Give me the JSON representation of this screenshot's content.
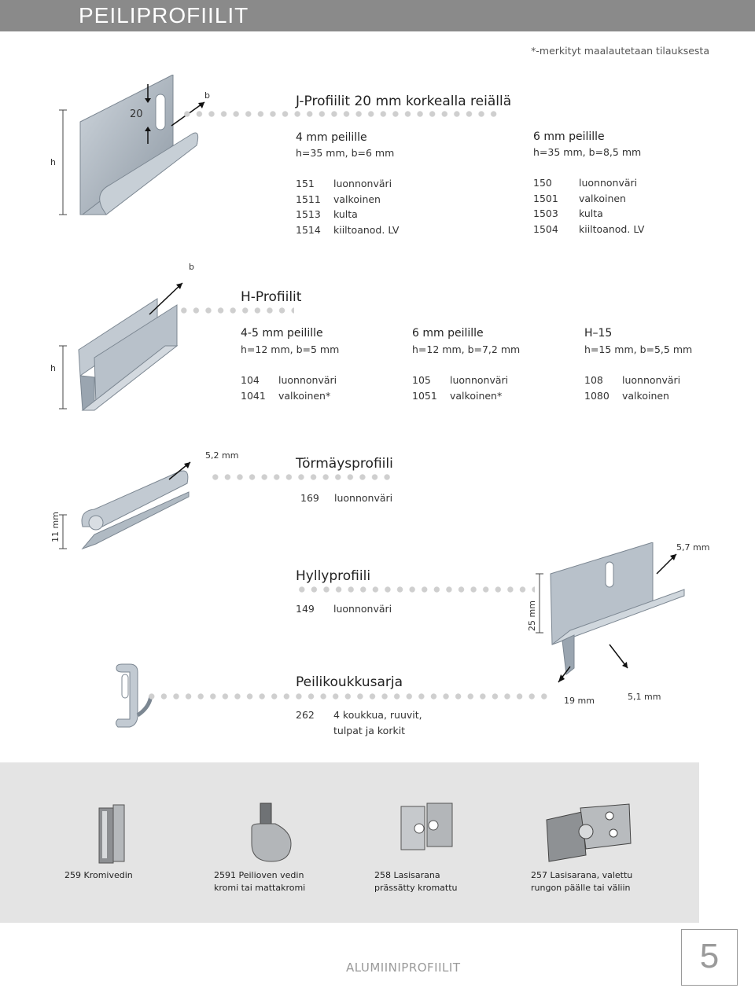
{
  "header": {
    "title": "PEILIPROFIILIT",
    "note": "*-merkityt maalautetaan tilauksesta"
  },
  "j_profile": {
    "title": "J-Profiilit 20 mm korkealla reiällä",
    "dim_h": "h",
    "dim_b": "b",
    "dim_20": "20",
    "col1": {
      "title": "4 mm peilille",
      "spec": "h=35 mm, b=6 mm",
      "rows": [
        {
          "code": "151",
          "name": "luonnonväri"
        },
        {
          "code": "1511",
          "name": "valkoinen"
        },
        {
          "code": "1513",
          "name": "kulta"
        },
        {
          "code": "1514",
          "name": "kiiltoanod. LV"
        }
      ]
    },
    "col2": {
      "title": "6 mm peilille",
      "spec": "h=35 mm, b=8,5 mm",
      "rows": [
        {
          "code": "150",
          "name": "luonnonväri"
        },
        {
          "code": "1501",
          "name": "valkoinen"
        },
        {
          "code": "1503",
          "name": "kulta"
        },
        {
          "code": "1504",
          "name": "kiiltoanod. LV"
        }
      ]
    }
  },
  "h_profile": {
    "title": "H-Profiilit",
    "dim_h": "h",
    "dim_b": "b",
    "col1": {
      "title": "4-5 mm peilille",
      "spec": "h=12 mm, b=5 mm",
      "rows": [
        {
          "code": "104",
          "name": "luonnonväri"
        },
        {
          "code": "1041",
          "name": "valkoinen*"
        }
      ]
    },
    "col2": {
      "title": "6 mm peilille",
      "spec": "h=12 mm, b=7,2 mm",
      "rows": [
        {
          "code": "105",
          "name": "luonnonväri"
        },
        {
          "code": "1051",
          "name": "valkoinen*"
        }
      ]
    },
    "col3": {
      "title": "H–15",
      "spec": "h=15 mm, b=5,5 mm",
      "rows": [
        {
          "code": "108",
          "name": "luonnonväri"
        },
        {
          "code": "1080",
          "name": "valkoinen"
        }
      ]
    }
  },
  "tormays": {
    "title": "Törmäysprofiili",
    "dim_w": "5,2 mm",
    "dim_h": "11 mm",
    "rows": [
      {
        "code": "169",
        "name": "luonnonväri"
      }
    ]
  },
  "hylly": {
    "title": "Hyllyprofiili",
    "dim_top": "5,7 mm",
    "dim_h": "25 mm",
    "dim_w": "19 mm",
    "dim_b": "5,1 mm",
    "rows": [
      {
        "code": "149",
        "name": "luonnonväri"
      }
    ]
  },
  "koukku": {
    "title": "Peilikoukkusarja",
    "rows": [
      {
        "code": "262",
        "name": "4 koukkua, ruuvit,",
        "name2": "tulpat ja korkit"
      }
    ]
  },
  "accessories": [
    {
      "label": "259 Kromivedin",
      "sub": ""
    },
    {
      "label": "2591 Peilioven vedin",
      "sub": "kromi tai mattakromi"
    },
    {
      "label": "258 Lasisarana",
      "sub": "prässätty kromattu"
    },
    {
      "label": "257 Lasisarana, valettu",
      "sub": "rungon päälle tai väliin"
    }
  ],
  "footer": {
    "text": "ALUMIINIPROFIILIT",
    "page": "5"
  }
}
